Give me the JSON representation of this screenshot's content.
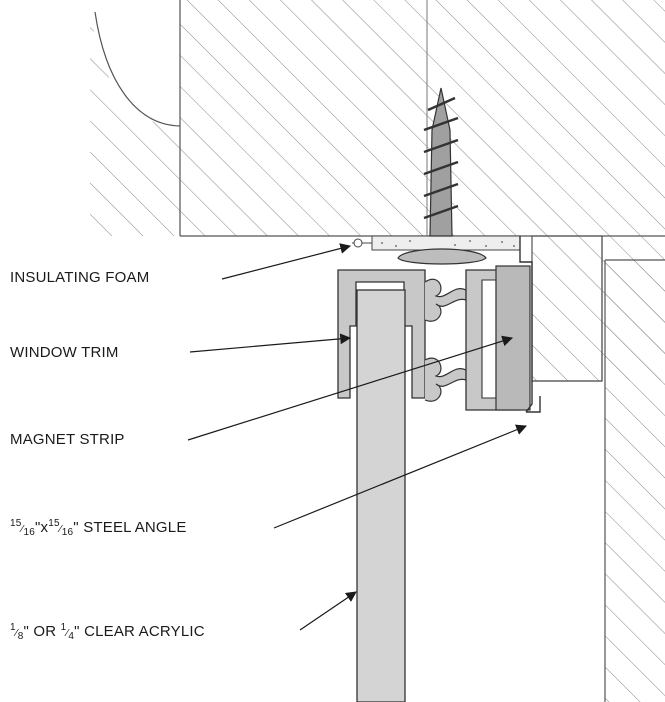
{
  "diagram": {
    "labels": {
      "insulating_foam": "INSULATING FOAM",
      "window_trim": "WINDOW TRIM",
      "magnet_strip": "MAGNET STRIP",
      "steel_angle": {
        "num": "15",
        "den": "16",
        "sep": "\"x",
        "suffix": "\" STEEL ANGLE"
      },
      "acrylic": {
        "a_num": "1",
        "a_den": "8",
        "mid": "\" OR ",
        "b_num": "1",
        "b_den": "4",
        "suffix": "\" CLEAR ACRYLIC"
      }
    },
    "colors": {
      "line": "#333333",
      "hatch": "#8a8a8a",
      "trim_fill": "#c8c8c8",
      "acrylic_fill": "#d4d4d4",
      "magnet_fill": "#b9b9b9",
      "foam_fill": "#eeeeee",
      "screw_fill": "#a0a0a0"
    }
  }
}
